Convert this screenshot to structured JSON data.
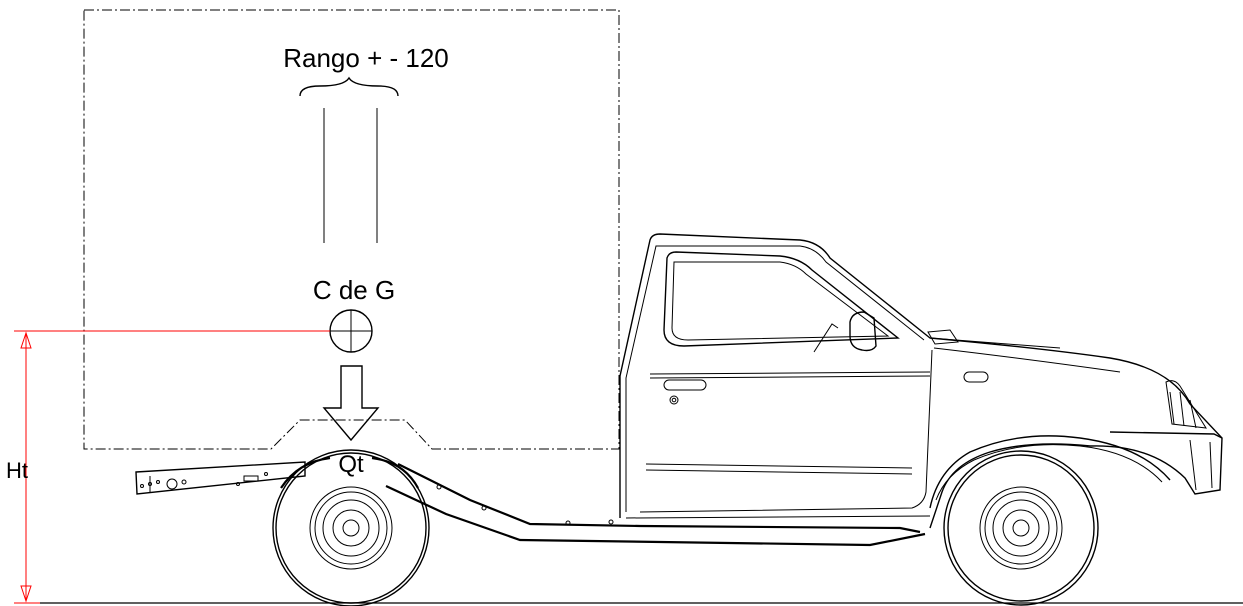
{
  "labels": {
    "range": "Rango + - 120",
    "cog": "C de G",
    "load": "Qt",
    "height": "Ht"
  },
  "colors": {
    "line": "#000000",
    "dimension": "#ff0000",
    "background": "#ffffff"
  }
}
